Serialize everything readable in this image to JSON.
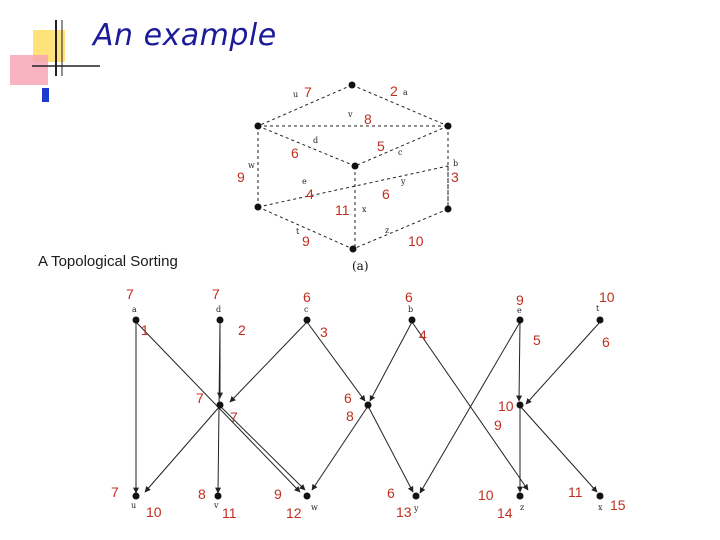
{
  "slide": {
    "title": "An example",
    "topo_label": "A Topological Sorting",
    "caption": "(a)"
  },
  "colors": {
    "accent": "#c03020",
    "title": "#1b1b9a",
    "logo_yellow": "#ffe27a",
    "logo_pink": "#f7a6b5",
    "logo_blue": "#1a3ad0"
  },
  "graph_a": {
    "nodes": [
      {
        "id": "u",
        "label": "u"
      },
      {
        "id": "a",
        "label": "a"
      },
      {
        "id": "v",
        "label": "v"
      },
      {
        "id": "d",
        "label": "d"
      },
      {
        "id": "c",
        "label": "c"
      },
      {
        "id": "e",
        "label": "e"
      },
      {
        "id": "b",
        "label": "b"
      },
      {
        "id": "w",
        "label": "w"
      },
      {
        "id": "y",
        "label": "y"
      },
      {
        "id": "x",
        "label": "x"
      },
      {
        "id": "t",
        "label": "t"
      },
      {
        "id": "z",
        "label": "z"
      }
    ],
    "weights": [
      "7",
      "2",
      "8",
      "6",
      "5",
      "9",
      "3",
      "4",
      "6",
      "11",
      "9",
      "10"
    ]
  },
  "sorting": {
    "top_nodes": [
      {
        "label": "a",
        "num": "7"
      },
      {
        "label": "d",
        "num": "7"
      },
      {
        "label": "c",
        "num": "6"
      },
      {
        "label": "b",
        "num": "6"
      },
      {
        "label": "e",
        "num": "9"
      },
      {
        "label": "t",
        "num": "10"
      }
    ],
    "edge_numbers": [
      "1",
      "2",
      "3",
      "4",
      "5",
      "6"
    ],
    "mid_nodes": [
      {
        "num": "7",
        "sub": "7"
      },
      {
        "num": "6",
        "sub": "8"
      },
      {
        "num": "10",
        "sub": "9"
      }
    ],
    "bottom_nodes": [
      {
        "label": "u",
        "num": "7",
        "idx": "10"
      },
      {
        "label": "v",
        "num": "8",
        "idx": "11"
      },
      {
        "label": "w",
        "num": "9",
        "idx": "12"
      },
      {
        "label": "y",
        "num": "6",
        "idx": "13"
      },
      {
        "label": "z",
        "num": "10",
        "idx": "14"
      },
      {
        "label": "x",
        "num": "11",
        "idx": "15"
      }
    ]
  }
}
